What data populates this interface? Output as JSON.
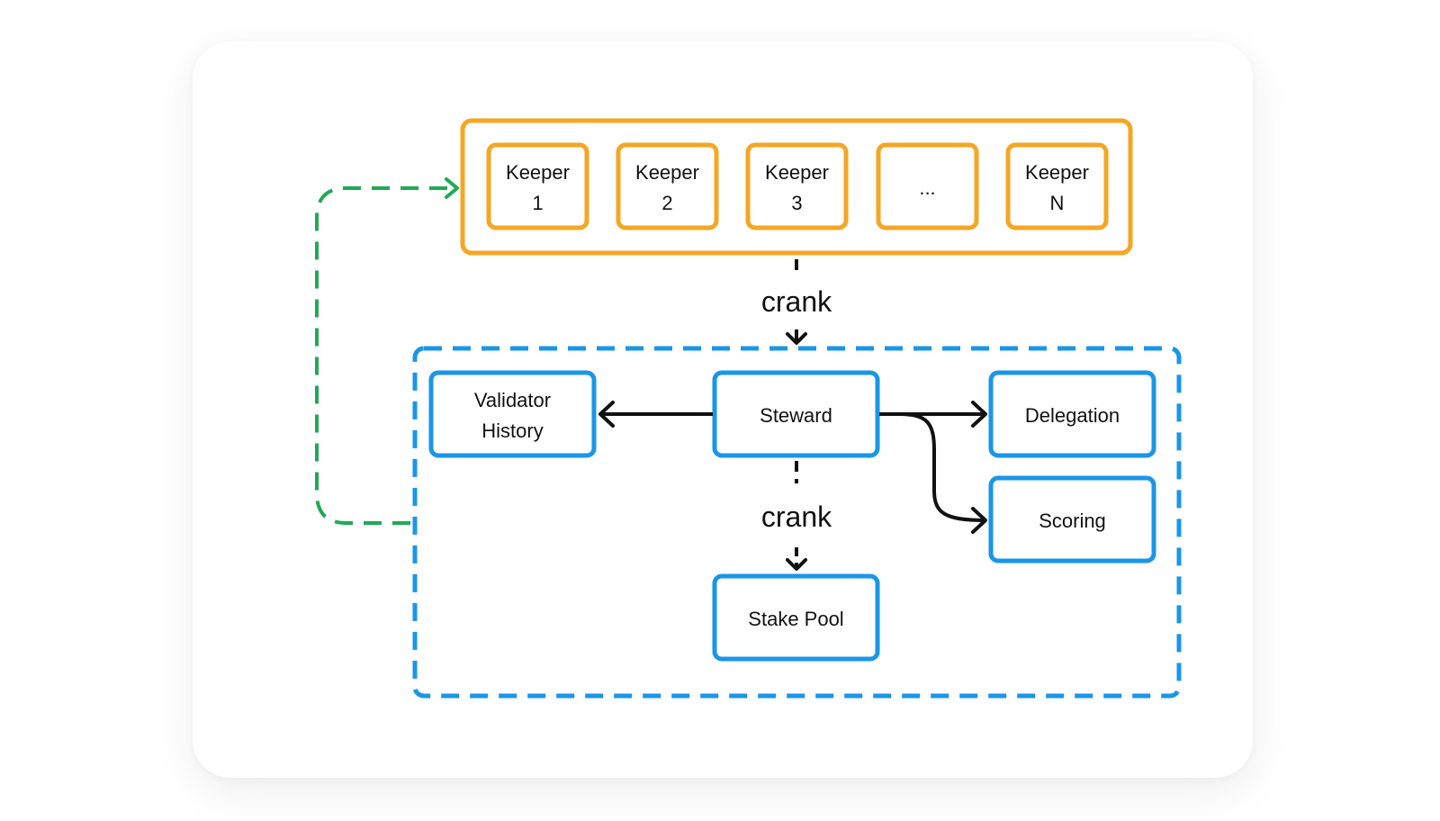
{
  "keepers": [
    {
      "line1": "Keeper",
      "line2": "1"
    },
    {
      "line1": "Keeper",
      "line2": "2"
    },
    {
      "line1": "Keeper",
      "line2": "3"
    },
    {
      "line1": "...",
      "line2": ""
    },
    {
      "line1": "Keeper",
      "line2": "N"
    }
  ],
  "edges": {
    "keepers_to_program": "crank",
    "steward_to_stake_pool": "crank"
  },
  "nodes": {
    "validator_history": {
      "line1": "Validator",
      "line2": "History"
    },
    "steward": "Steward",
    "delegation": "Delegation",
    "scoring": "Scoring",
    "stake_pool": "Stake Pool"
  },
  "colors": {
    "keeper": "#F5A623",
    "program": "#1A96E8",
    "loop": "#1FAA55",
    "arrow": "#111111"
  }
}
